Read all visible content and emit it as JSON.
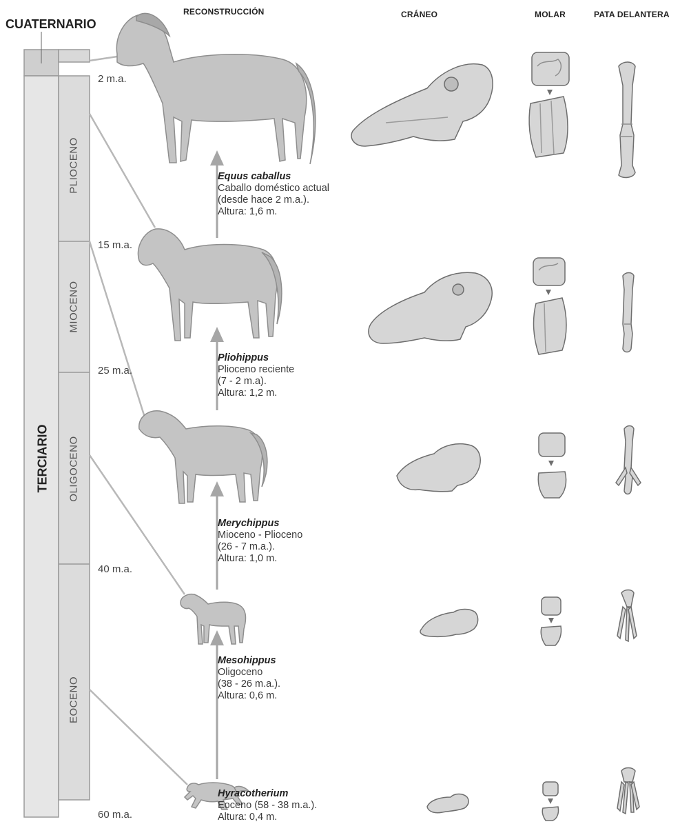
{
  "headers": {
    "cuaternario": "CUATERNARIO",
    "reconstruccion": "RECONSTRUCCIÓN",
    "craneo": "CRÁNEO",
    "molar": "MOLAR",
    "pata": "PATA DELANTERA"
  },
  "ages": {
    "a2": "2 m.a.",
    "a15": "15 m.a.",
    "a25": "25 m.a.",
    "a40": "40 m.a.",
    "a60": "60 m.a."
  },
  "epochs": {
    "plioceno": "PLIOCENO",
    "mioceno": "MIOCENO",
    "oligoceno": "OLIGOCENO",
    "eoceno": "EOCENO"
  },
  "terciario": "TERCIARIO",
  "species": [
    {
      "name": "Equus caballus",
      "line1": "Caballo doméstico actual",
      "line2": "(desde hace 2 m.a.).",
      "line3": "Altura: 1,6 m."
    },
    {
      "name": "Pliohippus",
      "line1": "Plioceno reciente",
      "line2": "(7 - 2 m.a).",
      "line3": "Altura: 1,2 m."
    },
    {
      "name": "Merychippus",
      "line1": "Mioceno - Plioceno",
      "line2": "(26 - 7 m.a.).",
      "line3": "Altura: 1,0 m."
    },
    {
      "name": "Mesohippus",
      "line1": "Oligoceno",
      "line2": "(38 - 26 m.a.).",
      "line3": "Altura: 0,6 m."
    },
    {
      "name": "Hyracotherium",
      "line1": "Eoceno (58 - 38 m.a.).",
      "line2": "Altura: 0,4 m.",
      "line3": ""
    }
  ],
  "colors": {
    "column": "#e3e3e3",
    "column_stroke": "#9a9a9a",
    "connector": "#b8b8b8",
    "arrow": "#a6a6a6",
    "animal": "#c4c4c4",
    "bone": "#d6d6d6"
  }
}
